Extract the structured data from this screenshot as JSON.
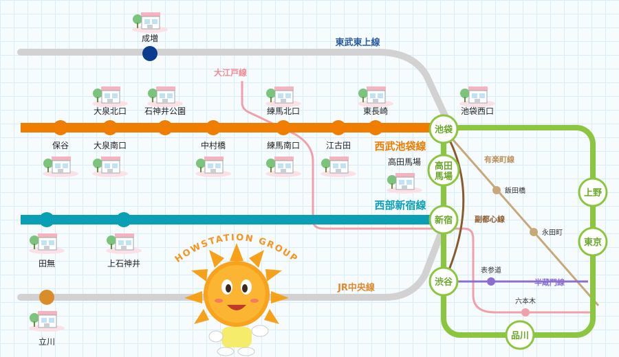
{
  "lines": {
    "tobu_tojo": "東武東上線",
    "oedo": "大江戸線",
    "seibu_ikebukuro": "西武池袋線",
    "seibu_shinjuku": "西部新宿線",
    "jr_chuo": "JR中央線",
    "yurakucho": "有楽町線",
    "fukutoshin": "副都心線",
    "hanzomon": "半蔵門線"
  },
  "stations": {
    "narimasu": "成増",
    "oizumi_kitaguchi": "大泉北口",
    "shakujii_koen": "石神井公園",
    "nerima_kitaguchi": "練馬北口",
    "higashi_nagasaki": "東長崎",
    "ikebukuro_nishiguchi": "池袋西口",
    "hoya": "保谷",
    "oizumi_minamiguchi": "大泉南口",
    "nakamurabashi": "中村橋",
    "nerima_minamiguchi": "練馬南口",
    "ekoda": "江古田",
    "takadanobaba": "高田馬場",
    "tanashi": "田無",
    "kami_shakujii": "上石神井",
    "tachikawa": "立川",
    "ikebukuro": "池袋",
    "takadanobaba_ring_1": "高田",
    "takadanobaba_ring_2": "馬場",
    "shinjuku": "新宿",
    "shibuya": "渋谷",
    "shinagawa": "品川",
    "ueno": "上野",
    "tokyo": "東京",
    "iidabashi": "飯田橋",
    "nagatacho": "永田町",
    "omotesando": "表参道",
    "roppongi": "六本木"
  },
  "mascot": {
    "group_text": "HOWSTATION GROUP"
  },
  "colors": {
    "tobu_tojo": "#d2d2d2",
    "seibu_ikebukuro": "#ef7d00",
    "seibu_shinjuku": "#0a9fb5",
    "jr_chuo": "#d2d2d2",
    "yamanote": "#8cc63f",
    "oedo": "#f0a0a8",
    "yurakucho": "#c8a878",
    "fukutoshin": "#8b5a2b",
    "hanzomon": "#8b6fcf",
    "narimasu_dot": "#0b3b8c",
    "tachikawa_dot": "#d98c2a"
  },
  "icons": {
    "shop": "store-building-icon",
    "mascot": "sun-mascot-icon"
  }
}
